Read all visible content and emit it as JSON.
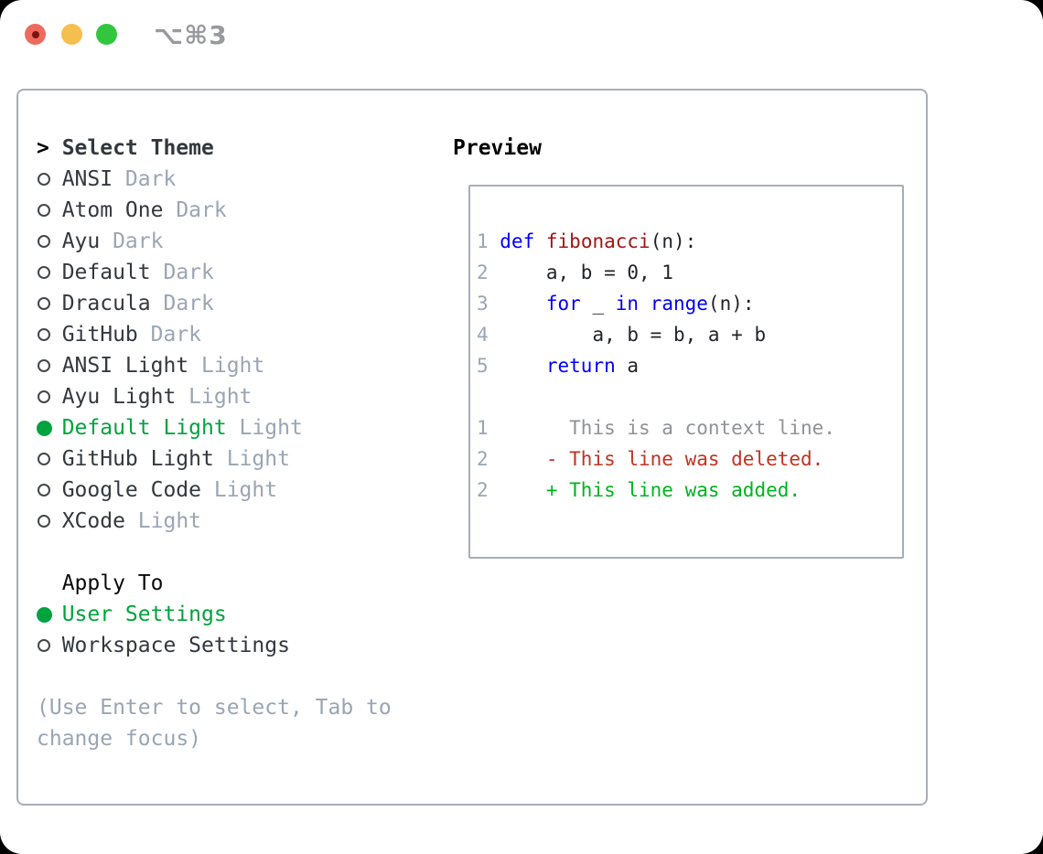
{
  "window": {
    "title_shortcut": "⌥⌘3",
    "traffic_lights": [
      "close-button",
      "minimize-button",
      "zoom-button"
    ]
  },
  "theme_selector": {
    "prompt": ">",
    "title": "Select Theme",
    "items": [
      {
        "name": "ANSI",
        "variant": "Dark",
        "selected": false
      },
      {
        "name": "Atom One",
        "variant": "Dark",
        "selected": false
      },
      {
        "name": "Ayu",
        "variant": "Dark",
        "selected": false
      },
      {
        "name": "Default",
        "variant": "Dark",
        "selected": false
      },
      {
        "name": "Dracula",
        "variant": "Dark",
        "selected": false
      },
      {
        "name": "GitHub",
        "variant": "Dark",
        "selected": false
      },
      {
        "name": "ANSI Light",
        "variant": "Light",
        "selected": false
      },
      {
        "name": "Ayu Light",
        "variant": "Light",
        "selected": false
      },
      {
        "name": "Default Light",
        "variant": "Light",
        "selected": true
      },
      {
        "name": "GitHub Light",
        "variant": "Light",
        "selected": false
      },
      {
        "name": "Google Code",
        "variant": "Light",
        "selected": false
      },
      {
        "name": "XCode",
        "variant": "Light",
        "selected": false
      }
    ],
    "apply_to": {
      "title": "Apply To",
      "options": [
        {
          "name": "User Settings",
          "selected": true
        },
        {
          "name": "Workspace Settings",
          "selected": false
        }
      ]
    },
    "hint_line1": "(Use Enter to select, Tab to",
    "hint_line2": "change focus)"
  },
  "preview": {
    "title": "Preview",
    "code_lines": [
      {
        "kind": "code",
        "segments": [
          [
            "1 ",
            "ln"
          ],
          [
            "def",
            "kw"
          ],
          [
            " ",
            "pl"
          ],
          [
            "fibonacci",
            "fn"
          ],
          [
            "(n):",
            "pl"
          ]
        ]
      },
      {
        "kind": "code",
        "segments": [
          [
            "2 ",
            "ln"
          ],
          [
            "    a, b = 0, 1",
            "pl"
          ]
        ]
      },
      {
        "kind": "code",
        "segments": [
          [
            "3 ",
            "ln"
          ],
          [
            "    ",
            "pl"
          ],
          [
            "for",
            "kw"
          ],
          [
            " _ ",
            "pl"
          ],
          [
            "in",
            "kw"
          ],
          [
            " ",
            "pl"
          ],
          [
            "range",
            "kw"
          ],
          [
            "(n):",
            "pl"
          ]
        ]
      },
      {
        "kind": "code",
        "segments": [
          [
            "4 ",
            "ln"
          ],
          [
            "        a, b = b, a + b",
            "pl"
          ]
        ]
      },
      {
        "kind": "code",
        "segments": [
          [
            "5 ",
            "ln"
          ],
          [
            "    ",
            "pl"
          ],
          [
            "return",
            "kw"
          ],
          [
            " a",
            "pl"
          ]
        ]
      },
      {
        "kind": "blank",
        "segments": []
      },
      {
        "kind": "context",
        "segments": [
          [
            "1 ",
            "ln"
          ],
          [
            "      This is a context line.",
            "ctx"
          ]
        ]
      },
      {
        "kind": "deleted",
        "segments": [
          [
            "2 ",
            "ln"
          ],
          [
            "    - This line was deleted.",
            "del"
          ]
        ]
      },
      {
        "kind": "added",
        "segments": [
          [
            "2 ",
            "ln"
          ],
          [
            "    + This line was added.",
            "add"
          ]
        ]
      }
    ]
  },
  "colors": {
    "accent_green": "#00a33e",
    "added_green": "#00b41e",
    "deleted_red": "#c23321",
    "keyword_blue": "#0000f5",
    "function_red": "#a31515",
    "muted_gray": "#9aa5b3",
    "context_gray": "#8f9397",
    "text_dark": "#33383e",
    "border_gray": "#a7aeb8",
    "traffic_red": "#ee6a5f",
    "traffic_yellow": "#f5bf4f",
    "traffic_green": "#32c63f"
  }
}
